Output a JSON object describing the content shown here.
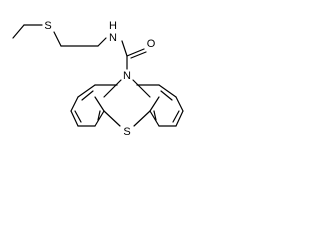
{
  "diagram_type": "chemical-structure",
  "atom_labels": {
    "sulfur_chain": "S",
    "amide_nitrogen": "N",
    "hydrogen": "H",
    "carbonyl_oxygen": "O",
    "ring_nitrogen": "N",
    "ring_sulfur": "S"
  },
  "colors": {
    "bond": "#000000",
    "label": "#000000",
    "background": "#ffffff"
  }
}
